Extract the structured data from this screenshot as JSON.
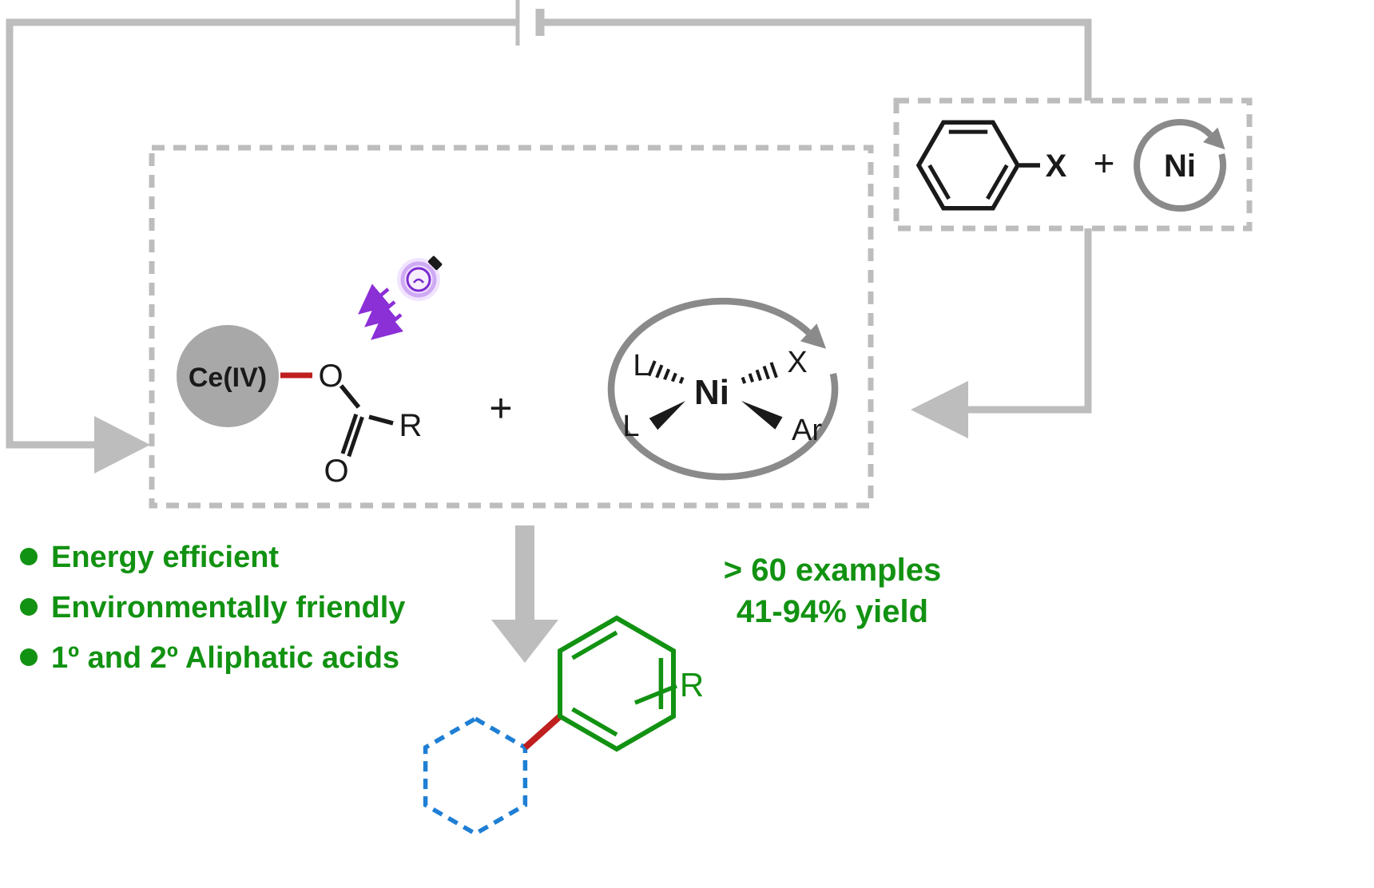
{
  "colors": {
    "green": "#129212",
    "red": "#bf1f1f",
    "blue": "#1f7fd4",
    "purple": "#8b2fd6",
    "wire_gray": "#bdbdbd",
    "arrow_gray": "#8a8a8a",
    "sphere_gray": "#a8a8a8",
    "black": "#1a1a1a"
  },
  "top_right_box": {
    "x_label": "X",
    "plus": "+",
    "ni_label": "Ni"
  },
  "center_box": {
    "ce_label": "Ce(IV)",
    "ester_o": "O",
    "carbonyl_o": "O",
    "r_label": "R",
    "plus": "+",
    "complex": {
      "ni": "Ni",
      "l_top": "L",
      "l_bottom": "L",
      "x": "X",
      "ar": "Ar"
    }
  },
  "bullets": [
    "Energy efficient",
    "Environmentally friendly",
    "1º and 2º Aliphatic acids"
  ],
  "stats": [
    "> 60 examples",
    "41-94% yield"
  ],
  "product": {
    "r_label": "R"
  }
}
